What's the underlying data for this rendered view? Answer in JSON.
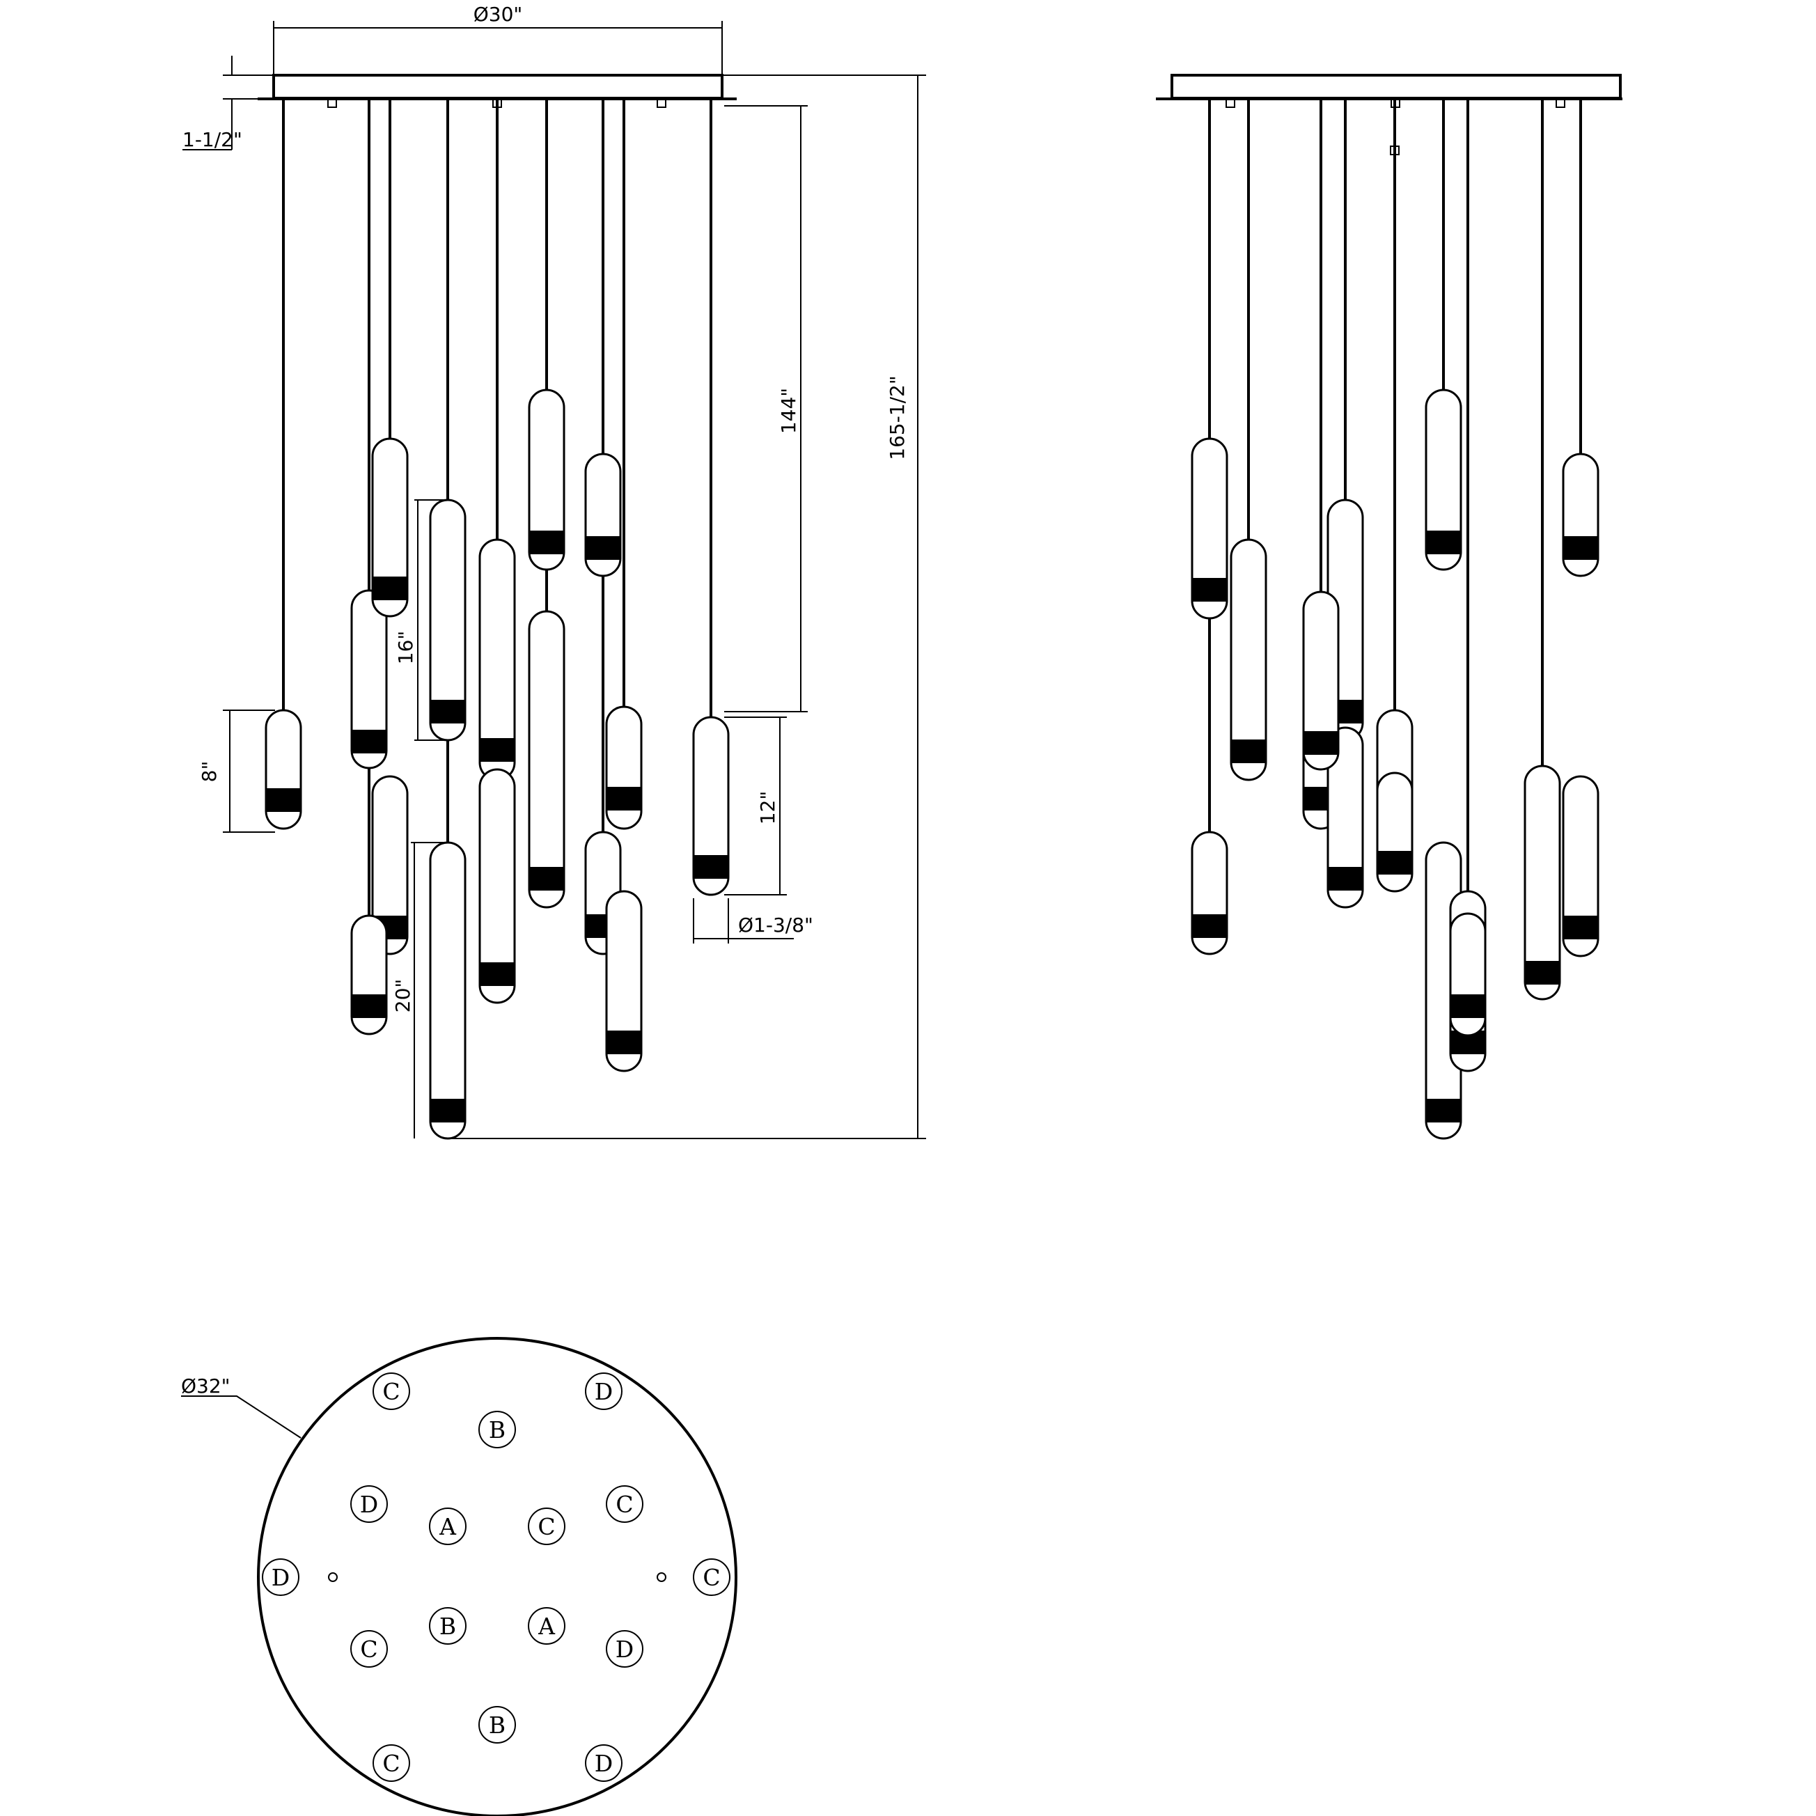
{
  "dimensions": {
    "canopy_diameter": "Ø30\"",
    "canopy_height": "1-1/2\"",
    "cable_length": "144\"",
    "overall_height": "165-1/2\"",
    "pendant_a_length": "8\"",
    "pendant_b_length": "16\"",
    "pendant_c_length": "12\"",
    "pendant_d_length": "20\"",
    "pendant_diameter": "Ø1-3/8\"",
    "plan_diameter": "Ø32\""
  },
  "plan_labels": [
    "C",
    "D",
    "B",
    "D",
    "A",
    "C",
    "C",
    "D",
    "C",
    "C",
    "B",
    "A",
    "D",
    "B",
    "C",
    "D"
  ],
  "colors": {
    "line": "#000000",
    "background": "#ffffff"
  }
}
